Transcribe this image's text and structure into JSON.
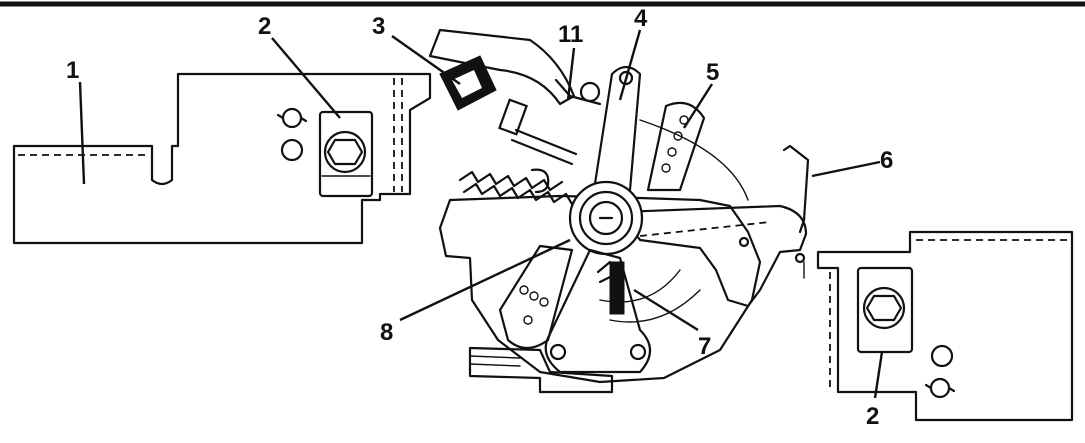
{
  "callouts": [
    {
      "id": "1",
      "label": "1"
    },
    {
      "id": "2a",
      "label": "2"
    },
    {
      "id": "3",
      "label": "3"
    },
    {
      "id": "11",
      "label": "11"
    },
    {
      "id": "4",
      "label": "4"
    },
    {
      "id": "5",
      "label": "5"
    },
    {
      "id": "6",
      "label": "6"
    },
    {
      "id": "8",
      "label": "8"
    },
    {
      "id": "7",
      "label": "7"
    },
    {
      "id": "2b",
      "label": "2"
    }
  ],
  "colors": {
    "ink": "#111111",
    "paper": "#ffffff"
  }
}
